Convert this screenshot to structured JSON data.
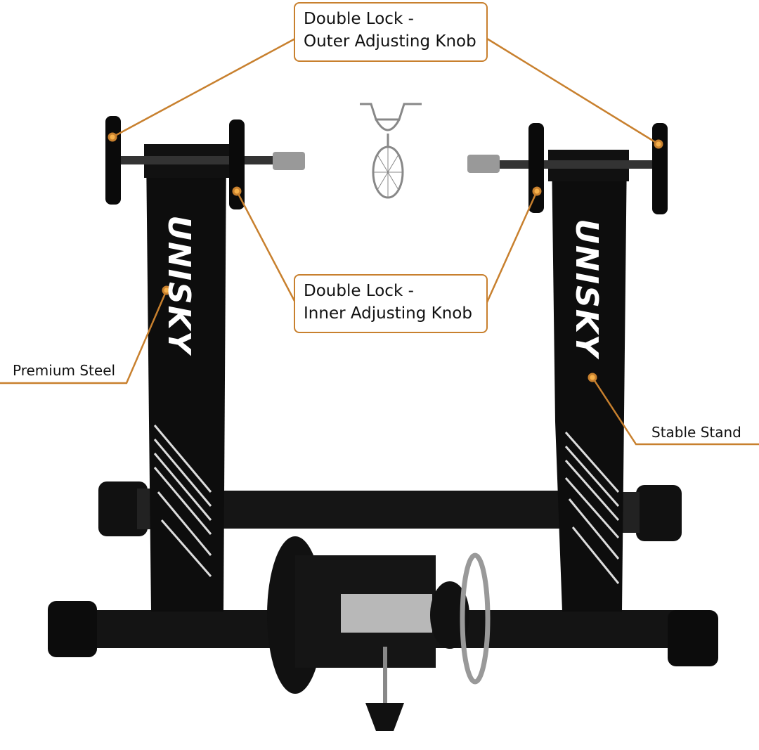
{
  "callouts": {
    "outer_knob": {
      "line1": "Double Lock -",
      "line2": "Outer Adjusting Knob"
    },
    "inner_knob": {
      "line1": "Double Lock -",
      "line2": "Inner Adjusting Knob"
    },
    "premium_steel": "Premium Steel",
    "stable_stand": "Stable Stand"
  },
  "brand": "UNISKY",
  "colors": {
    "accent": "#c8802e",
    "frame": "#0d0d0d"
  }
}
